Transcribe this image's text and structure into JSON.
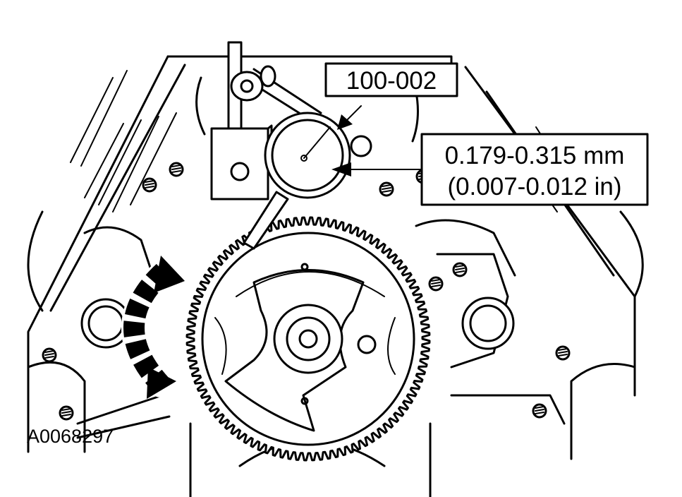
{
  "callouts": {
    "tool_number": "100-002",
    "spec_mm": "0.179-0.315 mm",
    "spec_in": "(0.007-0.012 in)"
  },
  "figure_id": "A0068297"
}
